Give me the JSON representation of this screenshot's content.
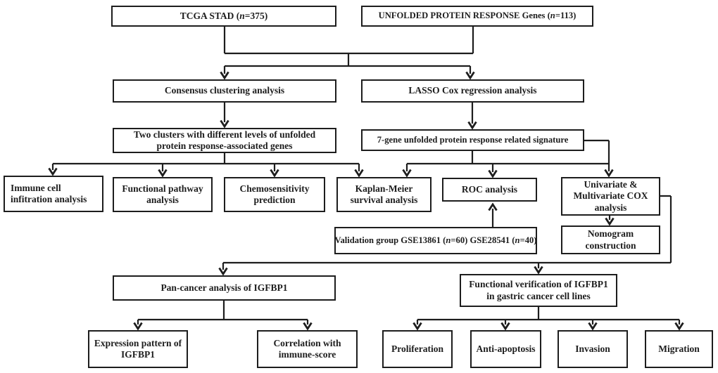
{
  "colors": {
    "line": "#1d1d1d",
    "box_border": "#1d1d1d",
    "box_fill": "#ffffff",
    "background": "#ffffff",
    "text": "#1d1d1d"
  },
  "nodes": {
    "tcga": {
      "pre": "TCGA STAD (",
      "n": "n",
      "post": "=375)"
    },
    "upr_genes": {
      "pre": "UNFOLDED PROTEIN RESPONSE Genes (",
      "n": "n",
      "post": "=113)"
    },
    "consensus": {
      "label": "Consensus clustering analysis"
    },
    "lasso": {
      "label": "LASSO Cox regression analysis"
    },
    "two_clusters": {
      "label": "Two clusters with different levels of unfolded protein response-associated genes"
    },
    "seven_gene": {
      "label": "7-gene unfolded protein response related signature"
    },
    "immune": {
      "label": "Immune cell infitration analysis"
    },
    "pathway": {
      "label": "Functional pathway analysis"
    },
    "chemo": {
      "label": "Chemosensitivity prediction"
    },
    "km": {
      "label": "Kaplan-Meier survival analysis"
    },
    "roc": {
      "label": "ROC analysis"
    },
    "cox": {
      "label": "Univariate & Multivariate COX analysis"
    },
    "validation": {
      "p1": "Validation group GSE13861 (",
      "n1": "n",
      "p2": "=60) GSE28541 (",
      "n2": "n",
      "p3": "=40)"
    },
    "nomogram": {
      "label": "Nomogram construction"
    },
    "pancancer": {
      "label": "Pan-cancer analysis of IGFBP1"
    },
    "funcver": {
      "label": "Functional verification of IGFBP1 in gastric cancer cell lines"
    },
    "expr": {
      "label": "Expression pattern of IGFBP1"
    },
    "corr": {
      "label": "Correlation with immune-score"
    },
    "prolif": {
      "label": "Proliferation"
    },
    "antiapo": {
      "label": "Anti-apoptosis"
    },
    "invasion": {
      "label": "Invasion"
    },
    "migration": {
      "label": "Migration"
    }
  }
}
